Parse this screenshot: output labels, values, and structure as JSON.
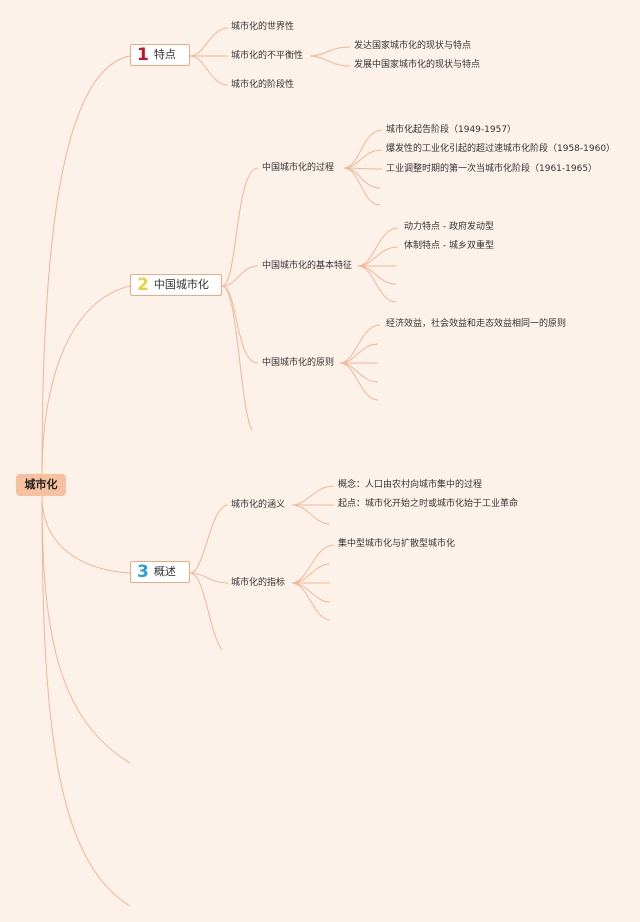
{
  "root": {
    "label": "城市化"
  },
  "branches": [
    {
      "number": "1",
      "number_color": "#c8102e",
      "label": "特点",
      "children": [
        {
          "label": "城市化的世界性"
        },
        {
          "label": "城市化的不平衡性",
          "children": [
            {
              "label": "发达国家城市化的现状与特点"
            },
            {
              "label": "发展中国家城市化的现状与特点"
            }
          ]
        },
        {
          "label": "城市化的阶段性"
        }
      ]
    },
    {
      "number": "2",
      "number_color": "#e8d43a",
      "label": "中国城市化",
      "children": [
        {
          "label": "中国城市化的过程",
          "children": [
            {
              "label": "城市化起告阶段（1949-1957）"
            },
            {
              "label": "爆发性的工业化引起的超过速城市化阶段（1958-1960）"
            },
            {
              "label": "工业调整时期的第一次当城市化阶段（1961-1965）"
            }
          ]
        },
        {
          "label": "中国城市化的基本特征",
          "children": [
            {
              "label": "动力特点 - 政府发动型"
            },
            {
              "label": "体制特点 - 城乡双重型"
            }
          ]
        },
        {
          "label": "中国城市化的原则",
          "children": [
            {
              "label": "经济效益，社会效益和走态效益相同一的原则"
            }
          ]
        }
      ]
    },
    {
      "number": "3",
      "number_color": "#2a9fd6",
      "label": "概述",
      "children": [
        {
          "label": "城市化的涵义",
          "children": [
            {
              "label": "概念：人口由农村向城市集中的过程"
            },
            {
              "label": "起点：城市化开始之时或城市化始于工业革命"
            }
          ]
        },
        {
          "label": "城市化的指标",
          "children": [
            {
              "label": "集中型城市化与扩散型城市化"
            }
          ]
        }
      ]
    }
  ]
}
